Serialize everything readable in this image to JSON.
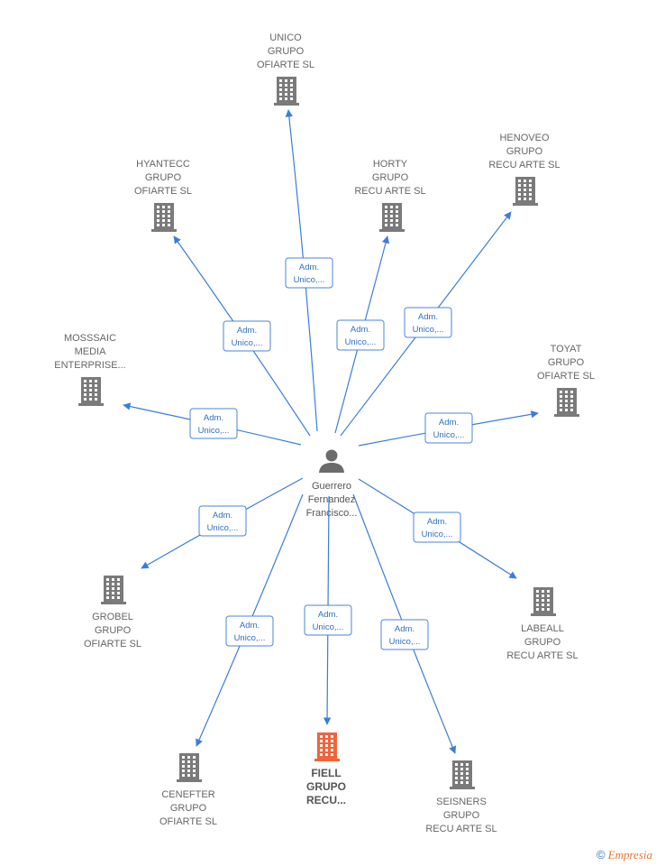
{
  "center": {
    "label_lines": [
      "Guerrero",
      "Fernandez",
      "Francisco..."
    ],
    "icon": "person-icon"
  },
  "relation_label_lines": [
    "Adm.",
    "Unico,..."
  ],
  "companies": [
    {
      "id": "unico",
      "lines": [
        "UNICO",
        "GRUPO",
        "OFIARTE  SL"
      ],
      "highlight": false,
      "rel": [
        "Adm.",
        "Unico,..."
      ]
    },
    {
      "id": "hyantecc",
      "lines": [
        "HYANTECC",
        "GRUPO",
        "OFIARTE  SL"
      ],
      "highlight": false,
      "rel": [
        "Adm.",
        "Unico,..."
      ]
    },
    {
      "id": "horty",
      "lines": [
        "HORTY",
        "GRUPO",
        "RECU ARTE  SL"
      ],
      "highlight": false,
      "rel": [
        "Adm.",
        "Unico,..."
      ]
    },
    {
      "id": "henoveo",
      "lines": [
        "HENOVEO",
        "GRUPO",
        "RECU ARTE  SL"
      ],
      "highlight": false,
      "rel": [
        "Adm.",
        "Unico,..."
      ]
    },
    {
      "id": "mosssaic",
      "lines": [
        "MOSSSAIC",
        "MEDIA",
        "ENTERPRISE..."
      ],
      "highlight": false,
      "rel": [
        "Adm.",
        "Unico,..."
      ]
    },
    {
      "id": "toyat",
      "lines": [
        "TOYAT",
        "GRUPO",
        "OFIARTE  SL"
      ],
      "highlight": false,
      "rel": [
        "Adm.",
        "Unico,..."
      ]
    },
    {
      "id": "grobel",
      "lines": [
        "GROBEL",
        "GRUPO",
        "OFIARTE  SL"
      ],
      "highlight": false,
      "rel": [
        "Adm.",
        "Unico,..."
      ]
    },
    {
      "id": "labeall",
      "lines": [
        "LABEALL",
        "GRUPO",
        "RECU ARTE  SL"
      ],
      "highlight": false,
      "rel": [
        "Adm.",
        "Unico,..."
      ]
    },
    {
      "id": "cenefter",
      "lines": [
        "CENEFTER",
        "GRUPO",
        "OFIARTE  SL"
      ],
      "highlight": false,
      "rel": [
        "Adm.",
        "Unico,..."
      ]
    },
    {
      "id": "fiell",
      "lines": [
        "FIELL",
        "GRUPO",
        "RECU..."
      ],
      "highlight": true,
      "rel": [
        "Adm.",
        "Unico,..."
      ]
    },
    {
      "id": "seisners",
      "lines": [
        "SEISNERS",
        "GRUPO",
        "RECU ARTE  SL"
      ],
      "highlight": false,
      "rel": [
        "Adm.",
        "Unico,..."
      ]
    }
  ],
  "colors": {
    "edge": "#3b7dd8",
    "building": "#7a7a7a",
    "building_highlight": "#f0643c",
    "person": "#6b6b6b"
  },
  "footer": {
    "copyright_symbol": "©",
    "brand": "Empresia"
  }
}
